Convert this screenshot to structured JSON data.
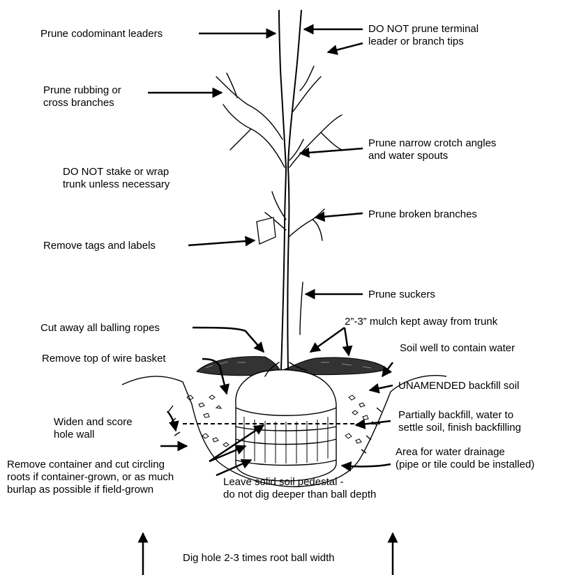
{
  "labels": {
    "codominant": [
      "Prune codominant leaders"
    ],
    "terminal": [
      "DO NOT prune terminal",
      "leader or branch tips"
    ],
    "rubbing": [
      "Prune rubbing or",
      "cross branches"
    ],
    "crotch": [
      "Prune narrow crotch angles",
      "and water spouts"
    ],
    "stake": [
      "DO NOT stake or wrap",
      "trunk unless necessary"
    ],
    "broken": [
      "Prune broken branches"
    ],
    "tags": [
      "Remove tags and labels"
    ],
    "suckers": [
      "Prune suckers"
    ],
    "ropes": [
      "Cut away all balling ropes"
    ],
    "mulch": [
      "2”-3” mulch kept away from trunk"
    ],
    "basket": [
      "Remove top of wire basket"
    ],
    "soilwell": [
      "Soil well to contain water"
    ],
    "unamended": [
      "UNAMENDED backfill soil"
    ],
    "widen": [
      "Widen and score",
      "hole wall"
    ],
    "partial": [
      "Partially backfill, water to",
      "settle soil, finish backfilling"
    ],
    "drainage": [
      "Area for water drainage",
      "(pipe or tile could be installed)"
    ],
    "container": [
      "Remove container and cut circling",
      "roots if container-grown, or as much",
      "burlap as possible if field-grown"
    ],
    "pedestal": [
      "Leave solid soil pedestal -",
      "do not dig deeper than ball depth"
    ],
    "dig": [
      "Dig hole 2-3 times root ball width"
    ]
  }
}
